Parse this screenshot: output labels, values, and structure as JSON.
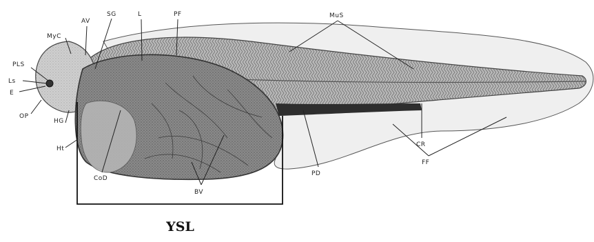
{
  "labels": {
    "myc": "MyC",
    "av": "AV",
    "sg": "SG",
    "l": "L",
    "pf": "PF",
    "mus": "MuS",
    "pls": "PLS",
    "ls": "Ls",
    "e": "E",
    "op": "OP",
    "hg": "HG",
    "ht": "Ht",
    "cod": "CoD",
    "bv": "BV",
    "pd": "PD",
    "cr": "CR",
    "ff": "FF"
  },
  "caption": "YSL",
  "colors": {
    "outline": "#3a3a3a",
    "yolk": "#6d6d6d",
    "fin": "#ececec",
    "body": "#bdbdbd"
  }
}
